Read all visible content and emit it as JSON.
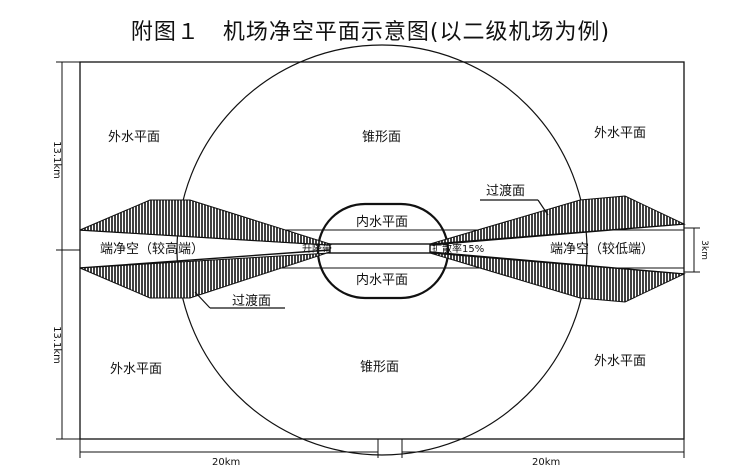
{
  "title": "附图１　机场净空平面示意图(以二级机场为例)",
  "labels": {
    "outer_tl": "外水平面",
    "outer_tr": "外水平面",
    "outer_bl": "外水平面",
    "outer_br": "外水平面",
    "cone_top": "锥形面",
    "cone_bottom": "锥形面",
    "inner_top": "内水平面",
    "inner_bottom": "内水平面",
    "transition_top": "过渡面",
    "transition_bottom": "过渡面",
    "end_left": "端净空（较高端）",
    "end_right": "端净空（较低端）",
    "strip": "升降带",
    "spread": "扩散率15%"
  },
  "dimensions": {
    "height_top": "13.1km",
    "height_bottom": "13.1km",
    "width_left": "20km",
    "width_right": "20km",
    "strip_width": "3km"
  }
}
